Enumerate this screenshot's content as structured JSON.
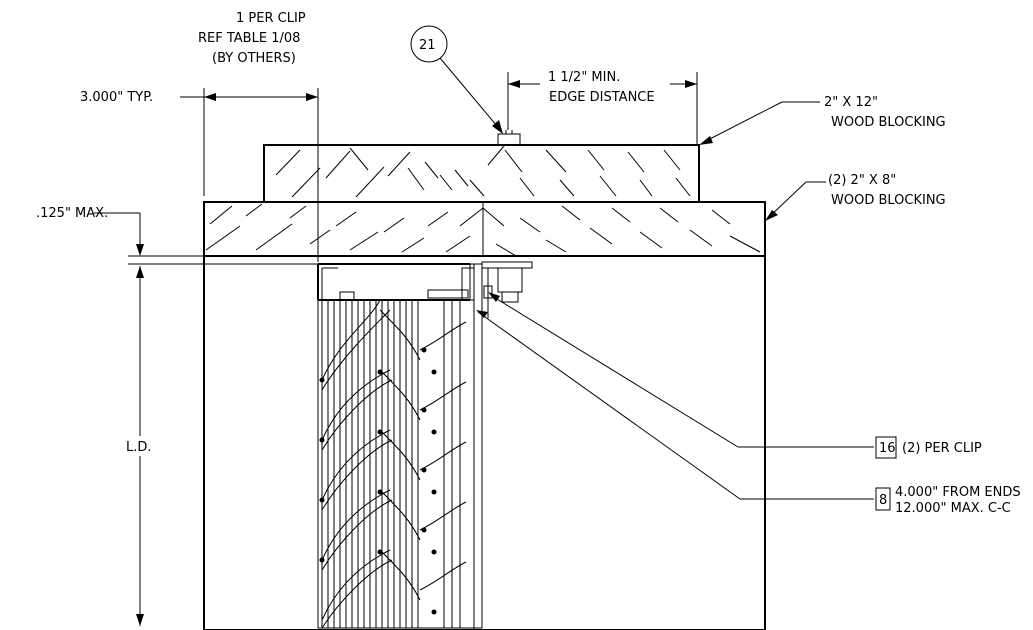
{
  "callouts": {
    "clip_note": {
      "line1": "1 PER CLIP",
      "line2": "REF TABLE 1/08",
      "line3": "(BY OTHERS)",
      "balloon": "21"
    },
    "edge_distance": {
      "line1": "1 1/2\" MIN.",
      "line2": "EDGE DISTANCE"
    },
    "blocking_top": {
      "line1": "2\" X 12\"",
      "line2": "WOOD BLOCKING"
    },
    "blocking_lower": {
      "line1": "(2) 2\" X 8\"",
      "line2": "WOOD BLOCKING"
    },
    "typ_dim": "3.000\" TYP.",
    "max_gap": ".125\" MAX.",
    "ld": "L.D.",
    "per_clip": {
      "tag": "16",
      "text": "(2) PER CLIP"
    },
    "fastener": {
      "tag": "8",
      "line1": "4.000\" FROM ENDS",
      "line2": "12.000\" MAX. C-C"
    }
  }
}
